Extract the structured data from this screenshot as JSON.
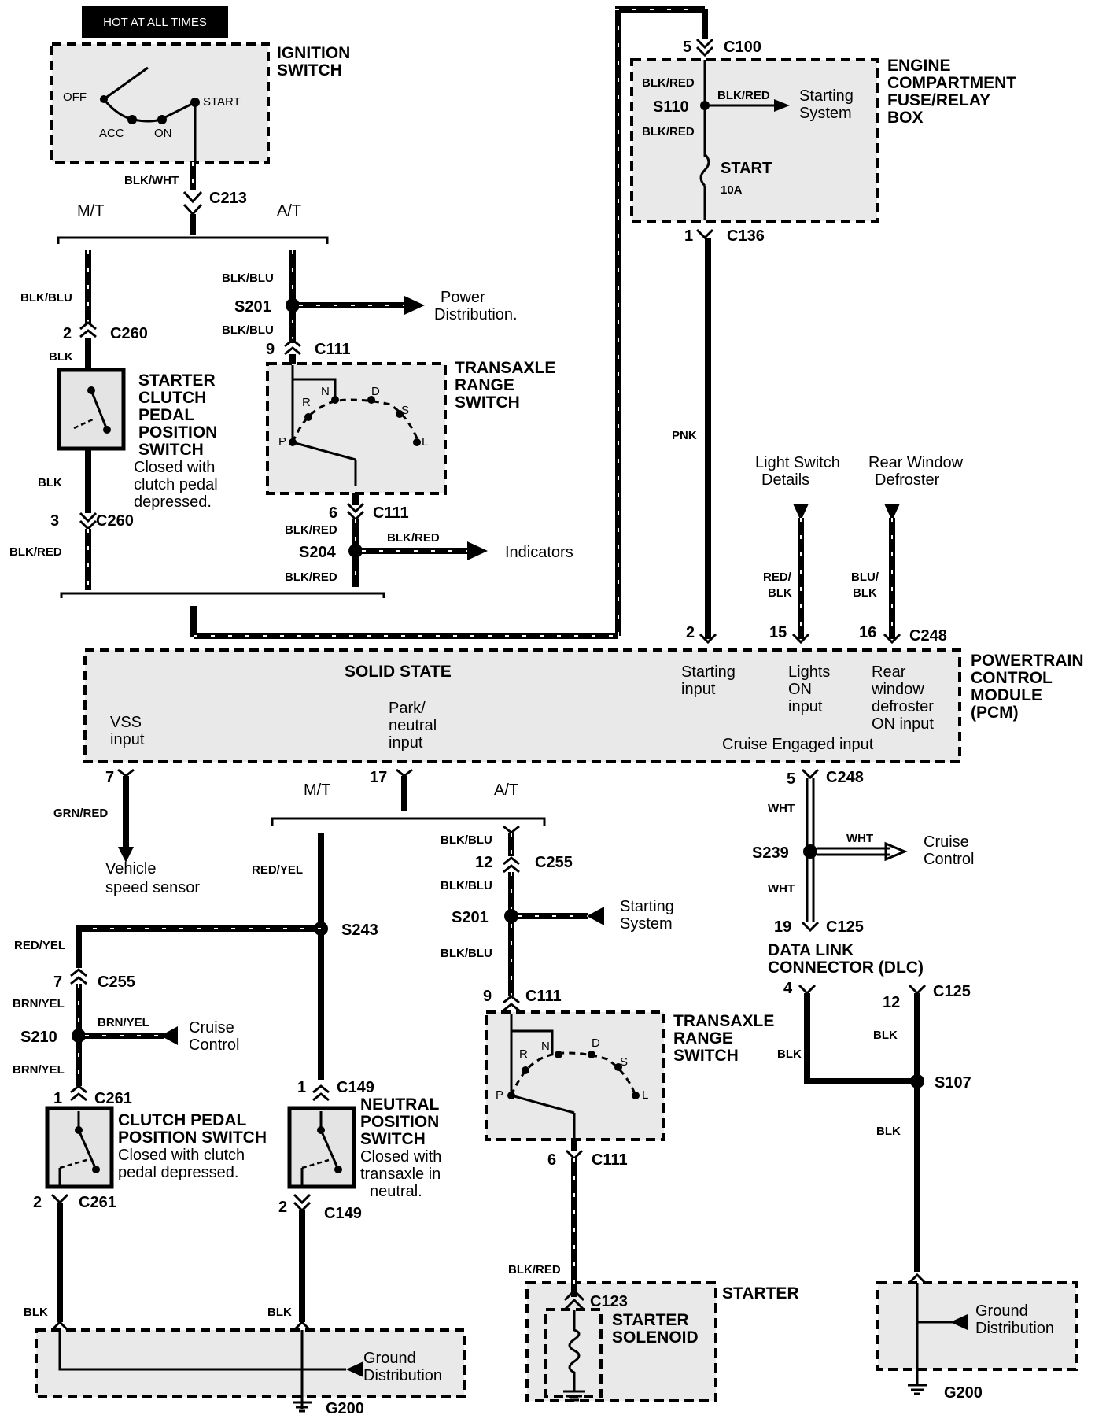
{
  "header": {
    "hot_label": "HOT AT ALL TIMES"
  },
  "ignition": {
    "title1": "IGNITION",
    "title2": "SWITCH",
    "pos_off": "OFF",
    "pos_acc": "ACC",
    "pos_on": "ON",
    "pos_start": "START",
    "wire": "BLK/WHT",
    "conn": "C213"
  },
  "branch_top": {
    "mt": "M/T",
    "at": "A/T"
  },
  "mt_left": {
    "wire1": "BLK/BLU",
    "pin1": "2",
    "conn1": "C260",
    "wire2": "BLK",
    "sw_title": [
      "STARTER",
      "CLUTCH",
      "PEDAL",
      "POSITION",
      "SWITCH"
    ],
    "sw_note": [
      "Closed with",
      "clutch pedal",
      "depressed."
    ],
    "wire3": "BLK",
    "pin3": "3",
    "conn3": "C260",
    "wire4": "BLK/RED"
  },
  "at_top": {
    "wire1": "BLK/BLU",
    "splice": "S201",
    "wire2": "BLK/BLU",
    "power_dist": [
      "Power",
      "Distribution."
    ],
    "pin9": "9",
    "conn9": "C111",
    "trs_title": [
      "TRANSAXLE",
      "RANGE",
      "SWITCH"
    ],
    "gears": {
      "p": "P",
      "r": "R",
      "n": "N",
      "d": "D",
      "s": "S",
      "l": "L"
    },
    "pin6": "6",
    "conn6": "C111",
    "wire3": "BLK/RED",
    "splice2": "S204",
    "wire4": "BLK/RED",
    "wire5": "BLK/RED",
    "indicators": "Indicators"
  },
  "fuse_box": {
    "pin_top": "5",
    "conn_top": "C100",
    "title": [
      "ENGINE",
      "COMPARTMENT",
      "FUSE/RELAY",
      "BOX"
    ],
    "wire_a": "BLK/RED",
    "splice": "S110",
    "wire_b": "BLK/RED",
    "wire_c": "BLK/RED",
    "starting_system": [
      "Starting",
      "System"
    ],
    "fuse_name": "START",
    "fuse_amp": "10A",
    "pin_bot": "1",
    "conn_bot": "C136",
    "wire_pnk": "PNK"
  },
  "right_inputs": {
    "light_switch": [
      "Light Switch",
      "Details"
    ],
    "rear_window": [
      "Rear Window",
      "Defroster"
    ],
    "wire_red": [
      "RED/",
      "BLK"
    ],
    "wire_blu": [
      "BLU/",
      "BLK"
    ],
    "pin2": "2",
    "pin15": "15",
    "pin16": "16",
    "conn": "C248"
  },
  "pcm": {
    "title": [
      "POWERTRAIN",
      "CONTROL",
      "MODULE",
      "(PCM)"
    ],
    "solid_state": "SOLID STATE",
    "vss": [
      "VSS",
      "input"
    ],
    "park": [
      "Park/",
      "neutral",
      "input"
    ],
    "starting": [
      "Starting",
      "input"
    ],
    "lights": [
      "Lights",
      "ON",
      "input"
    ],
    "rear": [
      "Rear",
      "window",
      "defroster",
      "ON input"
    ],
    "cruise": "Cruise Engaged input"
  },
  "lower_left": {
    "pin7": "7",
    "wire_grn": "GRN/RED",
    "vss": [
      "Vehicle",
      "speed sensor"
    ],
    "mt": "M/T",
    "pin17": "17",
    "at": "A/T",
    "wire_redyel": "RED/YEL",
    "s243": "S243",
    "wire_redyel2": "RED/YEL",
    "pin7b": "7",
    "c255": "C255",
    "wire_brn1": "BRN/YEL",
    "s210": "S210",
    "wire_brn2": "BRN/YEL",
    "cruise": [
      "Cruise",
      "Control"
    ],
    "wire_brn3": "BRN/YEL",
    "pin1": "1",
    "c261": "C261",
    "cpps_title": [
      "CLUTCH PEDAL",
      "POSITION SWITCH"
    ],
    "cpps_note": [
      "Closed with clutch",
      "pedal depressed."
    ],
    "pin2": "2",
    "c261b": "C261",
    "wire_blk": "BLK",
    "npin1": "1",
    "c149": "C149",
    "nps_title": [
      "NEUTRAL",
      "POSITION",
      "SWITCH"
    ],
    "nps_note": [
      "Closed with",
      "transaxle in",
      "neutral."
    ],
    "npin2": "2",
    "c149b": "C149",
    "wire_blk2": "BLK",
    "ground": [
      "Ground",
      "Distribution"
    ],
    "g200": "G200"
  },
  "lower_at": {
    "wire1": "BLK/BLU",
    "pin12": "12",
    "c255": "C255",
    "wire2": "BLK/BLU",
    "s201": "S201",
    "starting": [
      "Starting",
      "System"
    ],
    "wire3": "BLK/BLU",
    "pin9": "9",
    "c111": "C111",
    "trs_title": [
      "TRANSAXLE",
      "RANGE",
      "SWITCH"
    ],
    "gears": {
      "p": "P",
      "r": "R",
      "n": "N",
      "d": "D",
      "s": "S",
      "l": "L"
    },
    "pin6": "6",
    "c111b": "C111",
    "wire4": "BLK/RED",
    "c123": "C123",
    "starter": "STARTER",
    "solenoid": [
      "STARTER",
      "SOLENOID"
    ]
  },
  "lower_right": {
    "pin5": "5",
    "c248": "C248",
    "wire_wht1": "WHT",
    "s239": "S239",
    "wire_wht2": "WHT",
    "cruise": [
      "Cruise",
      "Control"
    ],
    "wire_wht3": "WHT",
    "pin19": "19",
    "c125": "C125",
    "dlc": [
      "DATA LINK",
      "CONNECTOR (DLC)"
    ],
    "pin4": "4",
    "pin12": "12",
    "c125b": "C125",
    "wire_blk1": "BLK",
    "wire_blk2": "BLK",
    "s107": "S107",
    "wire_blk3": "BLK",
    "ground": [
      "Ground",
      "Distribution"
    ],
    "g200": "G200"
  }
}
